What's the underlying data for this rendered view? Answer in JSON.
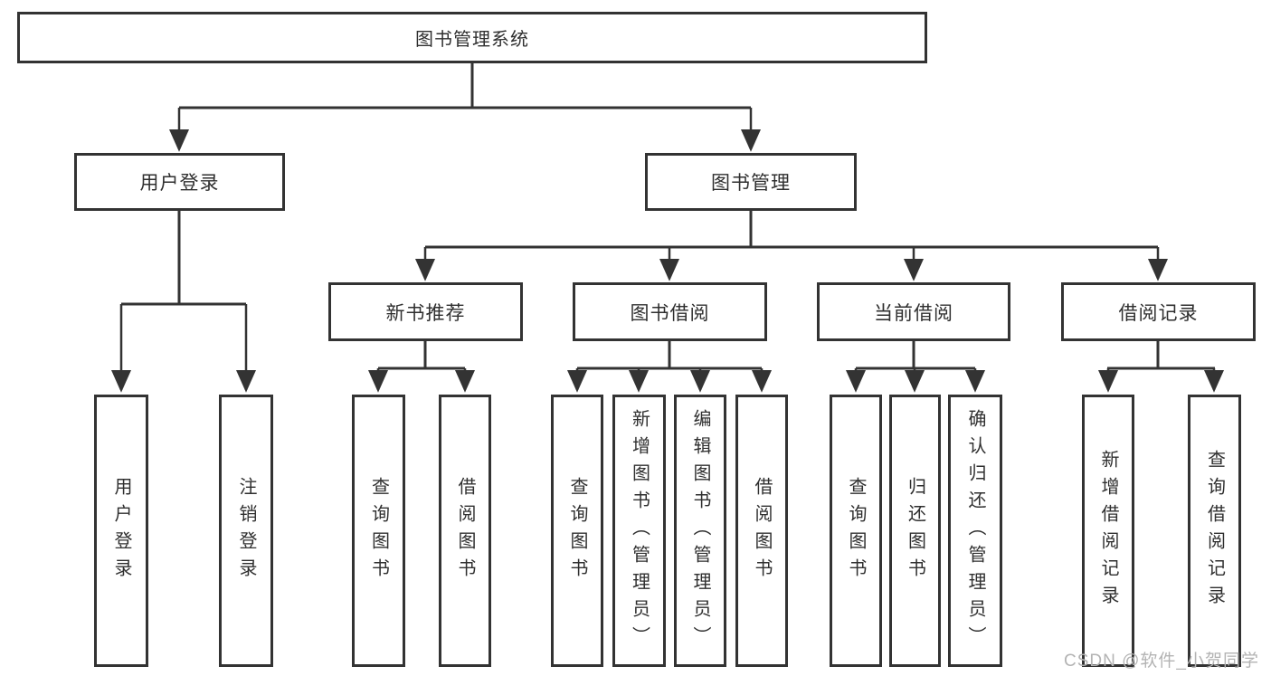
{
  "tree": {
    "label": "图书管理系统",
    "children": [
      {
        "label": "用户登录",
        "children": [
          {
            "label": "用户登录"
          },
          {
            "label": "注销登录"
          }
        ]
      },
      {
        "label": "图书管理",
        "children": [
          {
            "label": "新书推荐",
            "children": [
              {
                "label": "查询图书"
              },
              {
                "label": "借阅图书"
              }
            ]
          },
          {
            "label": "图书借阅",
            "children": [
              {
                "label": "查询图书"
              },
              {
                "label": "新增图书（管理员）"
              },
              {
                "label": "编辑图书（管理员）"
              },
              {
                "label": "借阅图书"
              }
            ]
          },
          {
            "label": "当前借阅",
            "children": [
              {
                "label": "查询图书"
              },
              {
                "label": "归还图书"
              },
              {
                "label": "确认归还（管理员）"
              }
            ]
          },
          {
            "label": "借阅记录",
            "children": [
              {
                "label": "新增借阅记录"
              },
              {
                "label": "查询借阅记录"
              }
            ]
          }
        ]
      }
    ]
  },
  "watermark": "CSDN @软件_小贺同学",
  "colors": {
    "line": "#333333",
    "text": "#2f2f2f",
    "watermark": "#b3b3b3",
    "background": "#ffffff"
  }
}
